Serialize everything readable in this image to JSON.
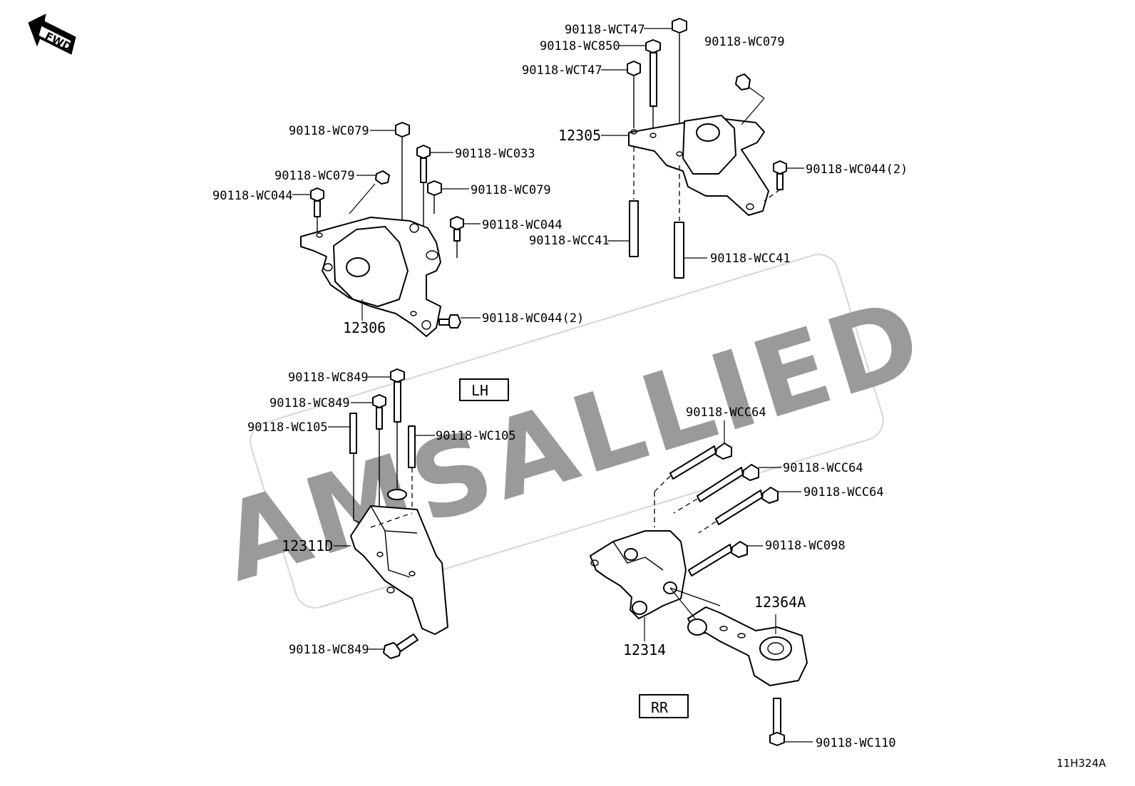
{
  "fwd_label": "FWD",
  "watermark": "AMSALLIED",
  "diagram_code": "11H324A",
  "views": {
    "lh": "LH",
    "rr": "RR"
  },
  "labels": {
    "wct47_top": "90118-WCT47",
    "wc850": "90118-WC850",
    "wct47_mid": "90118-WCT47",
    "wc079_rh": "90118-WC079",
    "wc044_2_rh": "90118-WC044(2)",
    "wcc41_a": "90118-WCC41",
    "wcc41_b": "90118-WCC41",
    "wc079_a": "90118-WC079",
    "wc033": "90118-WC033",
    "wc079_b": "90118-WC079",
    "wc079_c": "90118-WC079",
    "wc044_a": "90118-WC044",
    "wc044_b": "90118-WC044",
    "wc044_2_lh": "90118-WC044(2)",
    "wc849_a": "90118-WC849",
    "wc849_b": "90118-WC849",
    "wc105_a": "90118-WC105",
    "wc105_b": "90118-WC105",
    "wc849_c": "90118-WC849",
    "wcc64_a": "90118-WCC64",
    "wcc64_b": "90118-WCC64",
    "wcc64_c": "90118-WCC64",
    "wc098": "90118-WC098",
    "wc110": "90118-WC110"
  },
  "part_numbers": {
    "rh_mount": "12305",
    "lh_mount": "12306",
    "lh_bracket": "12311D",
    "rr_bracket": "12314",
    "rr_mount": "12364A"
  }
}
